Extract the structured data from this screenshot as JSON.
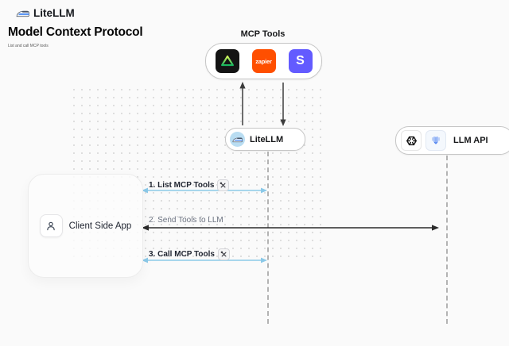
{
  "header": {
    "logo_text": "LiteLLM",
    "title": "Model Context Protocol",
    "subtitle": "List and call MCP tools"
  },
  "mcp": {
    "label": "MCP Tools",
    "tools": [
      {
        "name": "triangle-tool",
        "bg": "#141414"
      },
      {
        "name": "zapier",
        "label": "zapier",
        "bg": "#ff4f00"
      },
      {
        "name": "stripe",
        "label": "S",
        "bg": "#635bff"
      }
    ]
  },
  "nodes": {
    "litellm": {
      "label": "LiteLLM"
    },
    "llm_api": {
      "label": "LLM API"
    },
    "client": {
      "label": "Client Side App"
    }
  },
  "steps": [
    {
      "label": "1. List MCP Tools",
      "tool_badge": true
    },
    {
      "label": "2. Send Tools to LLM",
      "tool_badge": false
    },
    {
      "label": "3. Call MCP Tools",
      "tool_badge": true
    }
  ],
  "colors": {
    "background": "#fafafa",
    "accent_blue": "#8bc9e8",
    "arrow_dark": "#2b2b2b",
    "zapier_orange": "#ff4f00",
    "stripe_purple": "#635bff",
    "triangle_green": "#22c55e"
  }
}
